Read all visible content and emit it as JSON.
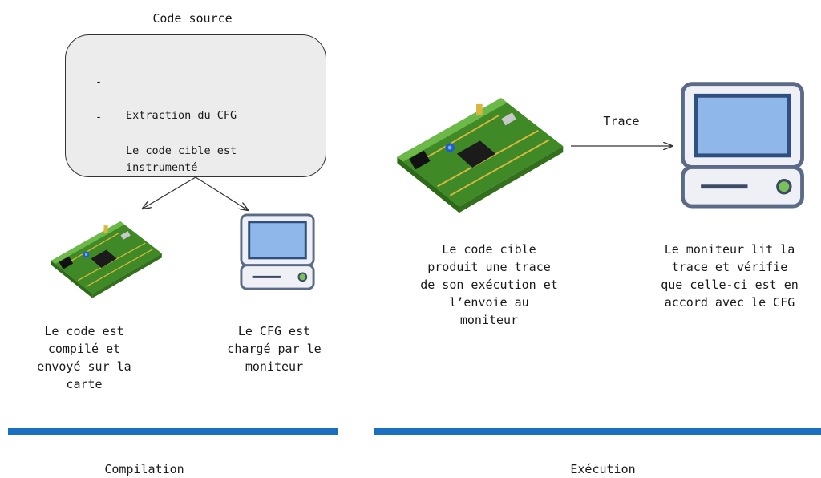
{
  "compilation": {
    "source_title": "Code source",
    "bullets": [
      {
        "dash": "-",
        "text": "Extraction du CFG"
      },
      {
        "dash": "-",
        "text": "Le code cible est\ninstrumenté"
      }
    ],
    "board_caption": "Le code est\ncompilé et\nenvoyé sur la\ncarte",
    "monitor_caption": "Le CFG est\nchargé par le\nmoniteur",
    "phase_label": "Compilation"
  },
  "execution": {
    "board_caption": "Le code cible\nproduit une trace\nde son exécution et\nl’envoie au\nmoniteur",
    "arrow_label": "Trace",
    "monitor_caption": "Le moniteur lit la\ntrace et vérifie\nque celle-ci est en\naccord avec le CFG",
    "phase_label": "Exécution"
  },
  "icons": {
    "board": "microcontroller-board-icon",
    "monitor": "computer-monitor-icon"
  },
  "colors": {
    "phase_bar": "#1a6fc0",
    "monitor_screen": "#8fb7ea",
    "monitor_frame": "#5b6a86",
    "board_pcb": "#4e9a2e"
  }
}
